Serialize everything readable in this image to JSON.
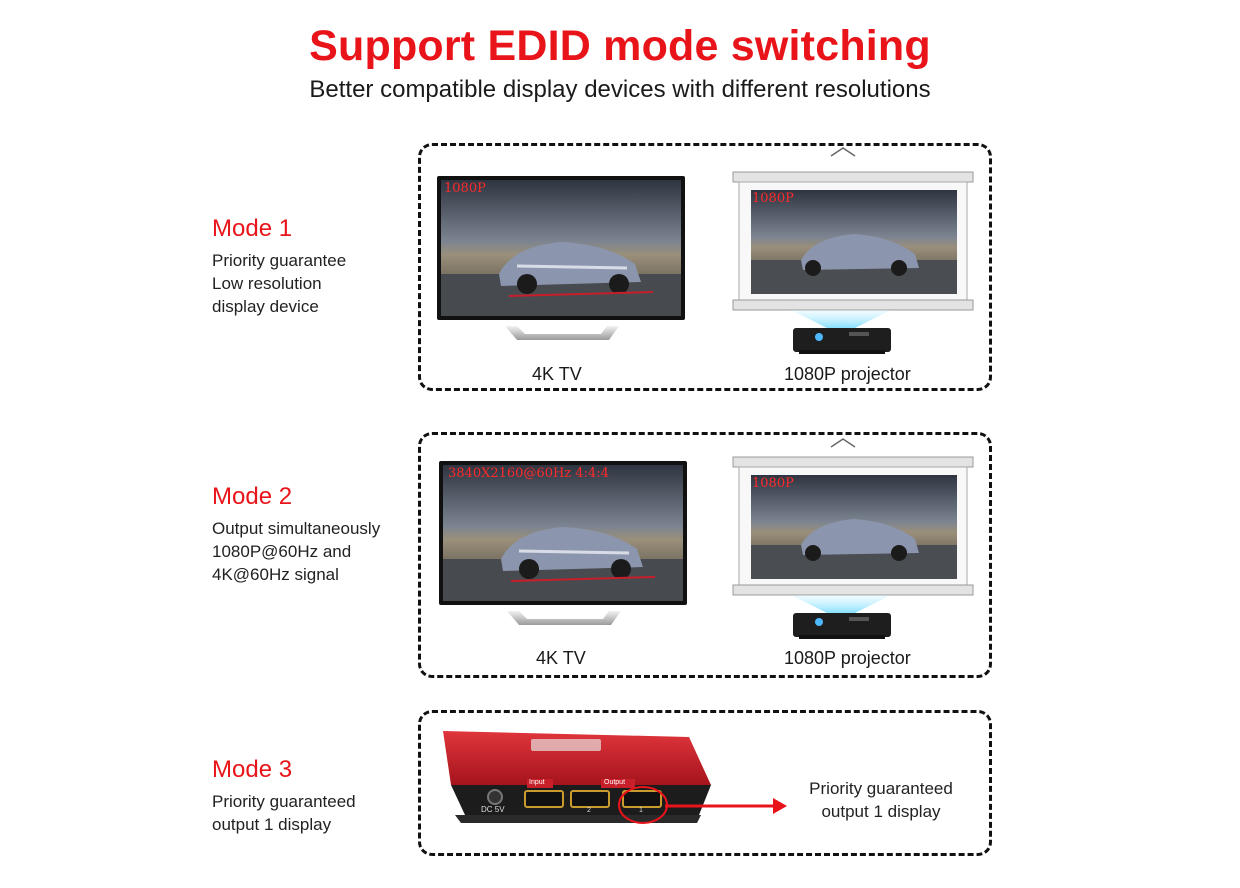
{
  "header": {
    "title": "Support EDID mode switching",
    "subtitle": "Better compatible display devices with different resolutions"
  },
  "modes": [
    {
      "title": "Mode 1",
      "desc": [
        "Priority guarantee",
        "Low resolution",
        "display device"
      ],
      "tv_screen_tag": "1080P",
      "projector_screen_tag": "1080P",
      "tv_label": "4K TV",
      "projector_label": "1080P projector"
    },
    {
      "title": "Mode 2",
      "desc": [
        "Output simultaneously",
        "1080P@60Hz and",
        "4K@60Hz signal"
      ],
      "tv_screen_tag": "3840X2160@60Hz 4:4:4",
      "projector_screen_tag": "1080P",
      "tv_label": "4K TV",
      "projector_label": "1080P projector"
    },
    {
      "title": "Mode 3",
      "desc": [
        "Priority guaranteed",
        "output 1 display"
      ],
      "arrow_text": [
        "Priority guaranteed",
        "output 1 display"
      ],
      "device": {
        "dc_label": "DC 5V",
        "input_label": "Input",
        "output_label": "Output",
        "port2_num": "2",
        "port1_num": "1"
      }
    }
  ],
  "colors": {
    "accent_red": "#e8141a",
    "screen_tag_red": "#ff2a2a",
    "device_body": "#c8202a",
    "dash_border": "#111111"
  }
}
